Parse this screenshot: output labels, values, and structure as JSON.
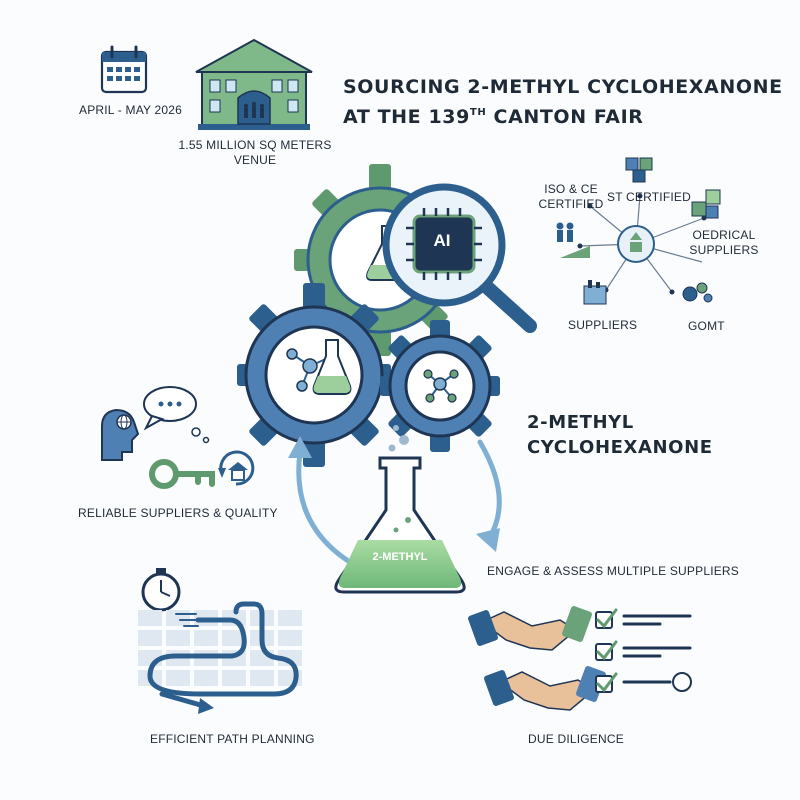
{
  "header": {
    "date_label": "APRIL - MAY 2026",
    "venue_label_line1": "1.55 MILLION SQ METERS",
    "venue_label_line2": "VENUE",
    "title_line1": "SOURCING 2-METHYL CYCLOHEXANONE",
    "title_line2_prefix": "AT THE 139",
    "title_line2_sup": "TH",
    "title_line2_suffix": " CANTON FAIR"
  },
  "center": {
    "ai_label": "AI",
    "molecule_name_line1": "2-METHYL",
    "molecule_name_line2": "CYCLOHEXANONE",
    "flask_label": "2-METHYL"
  },
  "network": {
    "nodes": [
      {
        "label_line1": "ISO & CE",
        "label_line2": "CERTIFIED"
      },
      {
        "label_line1": "ST CERTIFIED",
        "label_line2": ""
      },
      {
        "label_line1": "OEDRICAL",
        "label_line2": "SUPPLIERS"
      },
      {
        "label_line1": "SUPPLIERS",
        "label_line2": ""
      },
      {
        "label_line1": "GOMT",
        "label_line2": ""
      }
    ]
  },
  "steps": {
    "reliable": "RELIABLE SUPPLIERS & QUALITY",
    "engage": "ENGAGE & ASSESS MULTIPLE SUPPLIERS",
    "path": "EFFICIENT PATH PLANNING",
    "due": "DUE DILIGENCE"
  },
  "colors": {
    "navy": "#2c5f8d",
    "blue": "#4f80b3",
    "green": "#6aa27a",
    "light_green": "#9ccf9c",
    "light_blue": "#7fb0d4",
    "dark": "#1f2a37"
  }
}
